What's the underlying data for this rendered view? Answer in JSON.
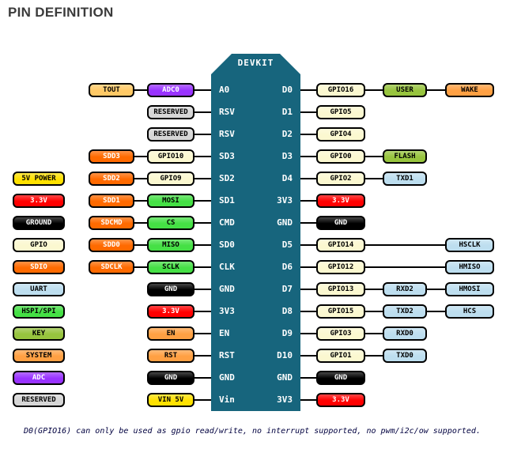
{
  "title": "PIN DEFINITION",
  "chip_label": "DEVKIT",
  "footnote": "D0(GPIO16) can only be used as gpio read/write, no interrupt supported, no pwm/i2c/ow supported.",
  "colors": {
    "chip": "#17657D",
    "power5v": "#FFE100",
    "power33": "#FF0000",
    "ground": "#000000",
    "gpio": "#FBF8D0",
    "sdio": "#FF6A00",
    "uart": "#BDDEEF",
    "spi": "#45E045",
    "key": "#97C43E",
    "system": "#FFA043",
    "adc": "#9933FF",
    "reserved": "#D6D6D6",
    "tout": "#FFC966"
  },
  "light_text_types": [
    "power33",
    "ground",
    "sdio",
    "adc"
  ],
  "legend": [
    {
      "label": "5V POWER",
      "type": "power5v"
    },
    {
      "label": "3.3V",
      "type": "power33"
    },
    {
      "label": "GROUND",
      "type": "ground"
    },
    {
      "label": "GPIO",
      "type": "gpio"
    },
    {
      "label": "SDIO",
      "type": "sdio"
    },
    {
      "label": "UART",
      "type": "uart"
    },
    {
      "label": "HSPI/SPI",
      "type": "spi"
    },
    {
      "label": "KEY",
      "type": "key"
    },
    {
      "label": "SYSTEM",
      "type": "system"
    },
    {
      "label": "ADC",
      "type": "adc"
    },
    {
      "label": "RESERVED",
      "type": "reserved"
    }
  ],
  "rows": [
    {
      "left_pin": "A0",
      "right_pin": "D0",
      "left": [
        {
          "label": "ADC0",
          "type": "adc",
          "col": 0
        },
        {
          "label": "TOUT",
          "type": "tout",
          "col": 1
        }
      ],
      "right": [
        {
          "label": "GPIO16",
          "type": "gpio",
          "col": 0
        },
        {
          "label": "USER",
          "type": "key",
          "col": 1
        },
        {
          "label": "WAKE",
          "type": "system",
          "col": 2
        }
      ]
    },
    {
      "left_pin": "RSV",
      "right_pin": "D1",
      "left": [
        {
          "label": "RESERVED",
          "type": "reserved",
          "col": 0
        }
      ],
      "right": [
        {
          "label": "GPIO5",
          "type": "gpio",
          "col": 0
        }
      ]
    },
    {
      "left_pin": "RSV",
      "right_pin": "D2",
      "left": [
        {
          "label": "RESERVED",
          "type": "reserved",
          "col": 0
        }
      ],
      "right": [
        {
          "label": "GPIO4",
          "type": "gpio",
          "col": 0
        }
      ]
    },
    {
      "left_pin": "SD3",
      "right_pin": "D3",
      "left": [
        {
          "label": "GPIO10",
          "type": "gpio",
          "col": 0
        },
        {
          "label": "SDD3",
          "type": "sdio",
          "col": 1
        }
      ],
      "right": [
        {
          "label": "GPIO0",
          "type": "gpio",
          "col": 0
        },
        {
          "label": "FLASH",
          "type": "key",
          "col": 1
        }
      ]
    },
    {
      "left_pin": "SD2",
      "right_pin": "D4",
      "left": [
        {
          "label": "GPIO9",
          "type": "gpio",
          "col": 0
        },
        {
          "label": "SDD2",
          "type": "sdio",
          "col": 1
        }
      ],
      "right": [
        {
          "label": "GPIO2",
          "type": "gpio",
          "col": 0
        },
        {
          "label": "TXD1",
          "type": "uart",
          "col": 1
        }
      ]
    },
    {
      "left_pin": "SD1",
      "right_pin": "3V3",
      "left": [
        {
          "label": "MOSI",
          "type": "spi",
          "col": 0
        },
        {
          "label": "SDD1",
          "type": "sdio",
          "col": 1
        }
      ],
      "right": [
        {
          "label": "3.3V",
          "type": "power33",
          "col": 0
        }
      ]
    },
    {
      "left_pin": "CMD",
      "right_pin": "GND",
      "left": [
        {
          "label": "CS",
          "type": "spi",
          "col": 0
        },
        {
          "label": "SDCMD",
          "type": "sdio",
          "col": 1
        }
      ],
      "right": [
        {
          "label": "GND",
          "type": "ground",
          "col": 0
        }
      ]
    },
    {
      "left_pin": "SD0",
      "right_pin": "D5",
      "left": [
        {
          "label": "MISO",
          "type": "spi",
          "col": 0
        },
        {
          "label": "SDD0",
          "type": "sdio",
          "col": 1
        }
      ],
      "right": [
        {
          "label": "GPIO14",
          "type": "gpio",
          "col": 0
        },
        {
          "label": "HSCLK",
          "type": "uart",
          "col": 2
        }
      ]
    },
    {
      "left_pin": "CLK",
      "right_pin": "D6",
      "left": [
        {
          "label": "SCLK",
          "type": "spi",
          "col": 0
        },
        {
          "label": "SDCLK",
          "type": "sdio",
          "col": 1
        }
      ],
      "right": [
        {
          "label": "GPIO12",
          "type": "gpio",
          "col": 0
        },
        {
          "label": "HMISO",
          "type": "uart",
          "col": 2
        }
      ]
    },
    {
      "left_pin": "GND",
      "right_pin": "D7",
      "left": [
        {
          "label": "GND",
          "type": "ground",
          "col": 0
        }
      ],
      "right": [
        {
          "label": "GPIO13",
          "type": "gpio",
          "col": 0
        },
        {
          "label": "RXD2",
          "type": "uart",
          "col": 1
        },
        {
          "label": "HMOSI",
          "type": "uart",
          "col": 2
        }
      ]
    },
    {
      "left_pin": "3V3",
      "right_pin": "D8",
      "left": [
        {
          "label": "3.3V",
          "type": "power33",
          "col": 0
        }
      ],
      "right": [
        {
          "label": "GPIO15",
          "type": "gpio",
          "col": 0
        },
        {
          "label": "TXD2",
          "type": "uart",
          "col": 1
        },
        {
          "label": "HCS",
          "type": "uart",
          "col": 2
        }
      ]
    },
    {
      "left_pin": "EN",
      "right_pin": "D9",
      "left": [
        {
          "label": "EN",
          "type": "system",
          "col": 0
        }
      ],
      "right": [
        {
          "label": "GPIO3",
          "type": "gpio",
          "col": 0
        },
        {
          "label": "RXD0",
          "type": "uart",
          "col": 1
        }
      ]
    },
    {
      "left_pin": "RST",
      "right_pin": "D10",
      "left": [
        {
          "label": "RST",
          "type": "system",
          "col": 0
        }
      ],
      "right": [
        {
          "label": "GPIO1",
          "type": "gpio",
          "col": 0
        },
        {
          "label": "TXD0",
          "type": "uart",
          "col": 1
        }
      ]
    },
    {
      "left_pin": "GND",
      "right_pin": "GND",
      "left": [
        {
          "label": "GND",
          "type": "ground",
          "col": 0
        }
      ],
      "right": [
        {
          "label": "GND",
          "type": "ground",
          "col": 0
        }
      ]
    },
    {
      "left_pin": "Vin",
      "right_pin": "3V3",
      "left": [
        {
          "label": "VIN 5V",
          "type": "power5v",
          "col": 0
        }
      ],
      "right": [
        {
          "label": "3.3V",
          "type": "power33",
          "col": 0
        }
      ]
    }
  ]
}
